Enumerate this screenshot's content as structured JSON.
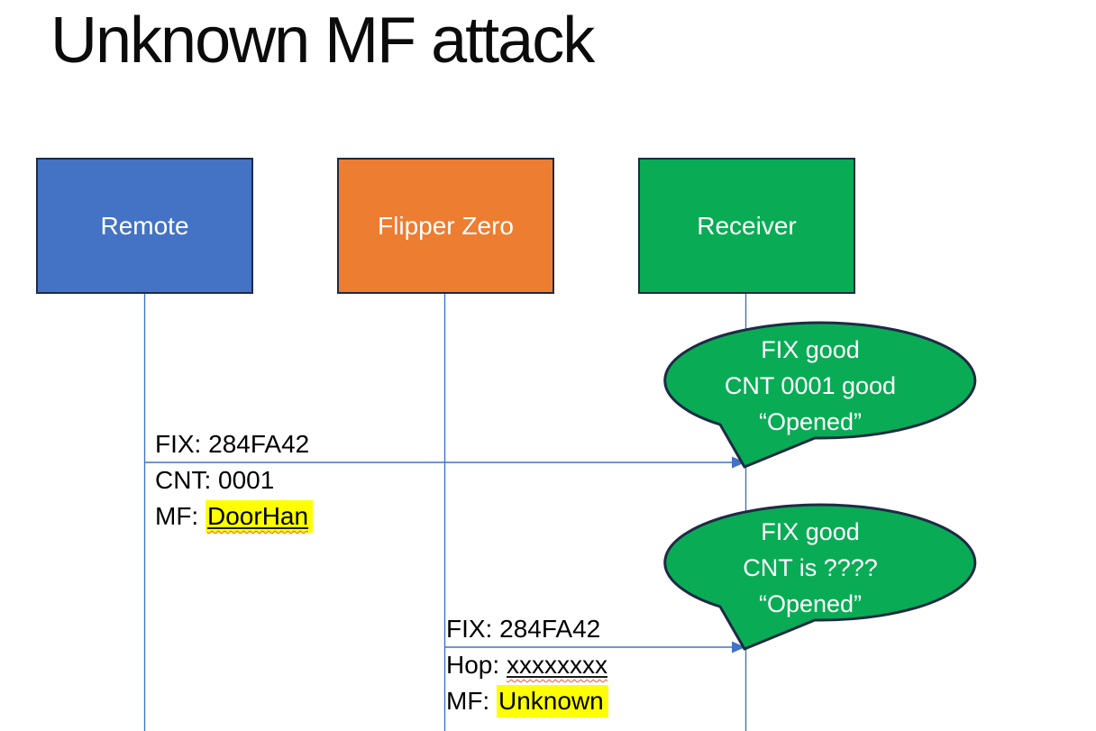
{
  "title": "Unknown MF attack",
  "actors": [
    {
      "label": "Remote",
      "fill": "#4472C4"
    },
    {
      "label": "Flipper Zero",
      "fill": "#ED7D31"
    },
    {
      "label": "Receiver",
      "fill": "#09AC55"
    }
  ],
  "messages": [
    {
      "from": "Remote",
      "to": "Receiver",
      "line1": "FIX: 284FA42",
      "line2": "CNT: 0001",
      "line3_prefix": "MF: ",
      "line3_value": "DoorHan"
    },
    {
      "from": "Flipper Zero",
      "to": "Receiver",
      "line1": "FIX: 284FA42",
      "line2_prefix": "Hop: ",
      "line2_value": "xxxxxxxx",
      "line3_prefix": "MF: ",
      "line3_value": "Unknown"
    }
  ],
  "callouts": [
    {
      "line1": "FIX good",
      "line2": "CNT 0001 good",
      "line3": "“Opened”"
    },
    {
      "line1": "FIX good",
      "line2": "CNT is ????",
      "line3": "“Opened”"
    }
  ],
  "colors": {
    "actor_blue": "#4472C4",
    "actor_orange": "#ED7D31",
    "actor_green": "#09AC55",
    "outline_navy": "#1E2B45",
    "line_blue": "#4472C4",
    "highlight_yellow": "#FFFF00",
    "squiggle_red": "#F0552E",
    "text_black": "#000000",
    "text_white": "#FFFFFF"
  }
}
